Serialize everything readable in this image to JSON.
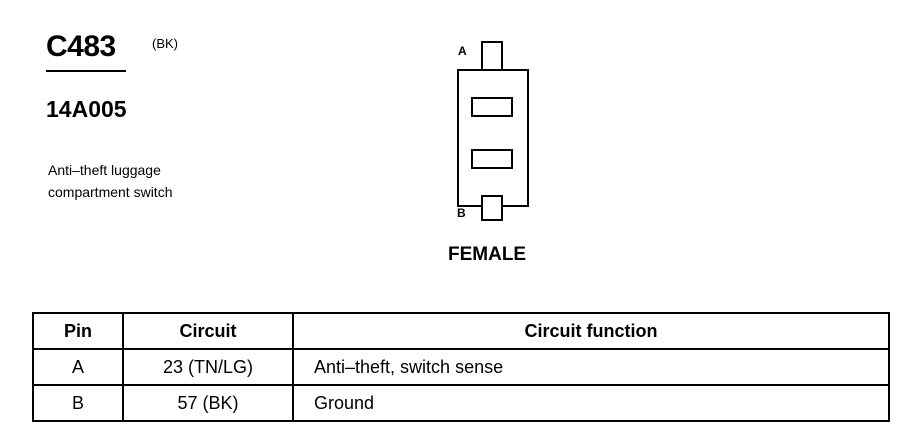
{
  "connector": {
    "id": "C483",
    "color": "(BK)",
    "part_number": "14A005",
    "description_lines": [
      "Anti–theft luggage",
      "compartment switch"
    ],
    "pin_labels": {
      "top": "A",
      "bottom": "B"
    },
    "gender": "FEMALE"
  },
  "table": {
    "headers": {
      "pin": "Pin",
      "circuit": "Circuit",
      "function": "Circuit function"
    },
    "rows": [
      {
        "pin": "A",
        "circuit": "23 (TN/LG)",
        "function": "Anti–theft, switch sense"
      },
      {
        "pin": "B",
        "circuit": "57 (BK)",
        "function": "Ground"
      }
    ]
  }
}
